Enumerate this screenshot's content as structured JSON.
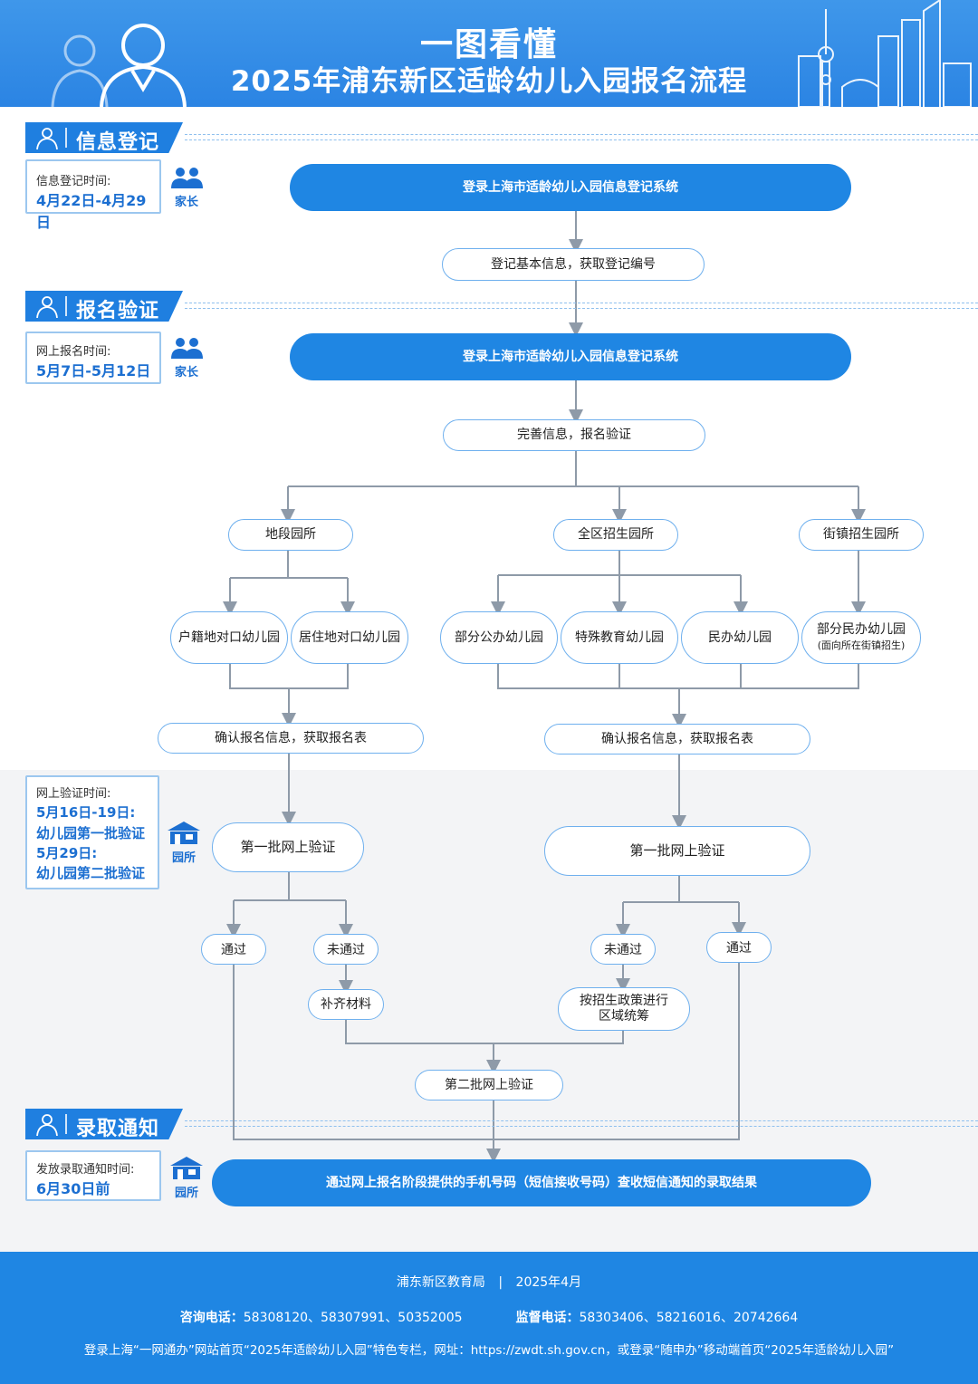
{
  "header": {
    "title_line1": "一图看懂",
    "title_line2": "2025年浦东新区适龄幼儿入园报名流程"
  },
  "sections": {
    "register": {
      "tag": "信息登记",
      "info_title": "信息登记时间:",
      "info_value": "4月22日-4月29日",
      "role": "家长"
    },
    "signup": {
      "tag": "报名验证",
      "info_title": "网上报名时间:",
      "info_value": "5月7日-5月12日",
      "role": "家长"
    },
    "verify": {
      "info_title": "网上验证时间:",
      "info_lines": [
        "5月16日-19日:",
        "幼儿园第一批验证",
        "5月29日:",
        "幼儿园第二批验证"
      ],
      "role": "园所"
    },
    "admission": {
      "tag": "录取通知",
      "info_title": "发放录取通知时间:",
      "info_value": "6月30日前",
      "role": "园所"
    }
  },
  "flow": {
    "login1": "登录上海市适龄幼儿入园信息登记系统",
    "basic_info": "登记基本信息，获取登记编号",
    "login2": "登录上海市适龄幼儿入园信息登记系统",
    "complete_info": "完善信息，报名验证",
    "district": "地段园所",
    "whole_district": "全区招生园所",
    "town": "街镇招生园所",
    "hukou": "户籍地对口幼儿园",
    "residence": "居住地对口幼儿园",
    "public_part": "部分公办幼儿园",
    "special_ed": "特殊教育幼儿园",
    "private": "民办幼儿园",
    "private_part": "部分民办幼儿园",
    "private_part_note": "(面向所在街镇招生)",
    "confirm_left": "确认报名信息，获取报名表",
    "confirm_right": "确认报名信息，获取报名表",
    "verify1_left": "第一批网上验证",
    "verify1_right": "第一批网上验证",
    "pass_left": "通过",
    "fail_left": "未通过",
    "fail_right": "未通过",
    "pass_right": "通过",
    "supplement": "补齐材料",
    "policy_line1": "按招生政策进行",
    "policy_line2": "区域统筹",
    "verify2": "第二批网上验证",
    "result": "通过网上报名阶段提供的手机号码（短信接收号码）查收短信通知的录取结果"
  },
  "footer": {
    "org": "浦东新区教育局",
    "divider": "|",
    "date": "2025年4月",
    "consult_label": "咨询电话：",
    "consult": "58308120、58307991、50352005",
    "supervise_label": "监督电话：",
    "supervise": "58303406、58216016、20742664",
    "web": "登录上海“一网通办”网站首页“2025年适龄幼儿入园”特色专栏，网址：https://zwdt.sh.gov.cn，或登录“随申办”移动端首页“2025年适龄幼儿入园”"
  },
  "colors": {
    "primary": "#1f86e3",
    "accent_text": "#1c6fd1",
    "line": "#8e9aa8",
    "node_border": "#6fb0ee"
  }
}
